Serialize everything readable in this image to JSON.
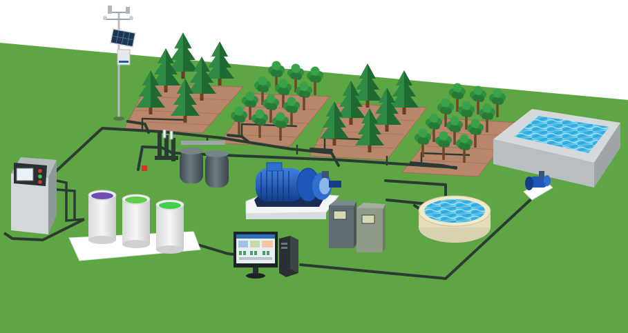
{
  "scene": {
    "type": "smart-irrigation-system-illustration",
    "colors": {
      "sky": "#ffffff",
      "grass": "#5ea543",
      "soil": "#b9866a",
      "pipe": "#2c3a34",
      "tree_dark": "#1f5f30",
      "tree_light": "#2f8a45",
      "pool_water": "#3cb7e6",
      "pump_blue": "#1f57b8",
      "tank_gray": "#4f5c62",
      "liquid_purple": "#6b4fb3",
      "liquid_green": "#5fcf4a",
      "cabinet_gray": "#8f989b"
    },
    "components": [
      "weather-station",
      "irrigation-controller",
      "fertilizer-tanks",
      "sand-filters",
      "electric-motor-pump",
      "control-cabinets",
      "sedimentation-tank",
      "water-reservoir",
      "intake-pump",
      "monitoring-computer",
      "conifer-plot",
      "fruit-tree-plot",
      "conifer-plot",
      "fruit-tree-plot"
    ],
    "plots": [
      {
        "kind": "conifer",
        "name": "plot-1"
      },
      {
        "kind": "fruit",
        "name": "plot-2"
      },
      {
        "kind": "conifer",
        "name": "plot-3"
      },
      {
        "kind": "fruit",
        "name": "plot-4"
      }
    ]
  }
}
